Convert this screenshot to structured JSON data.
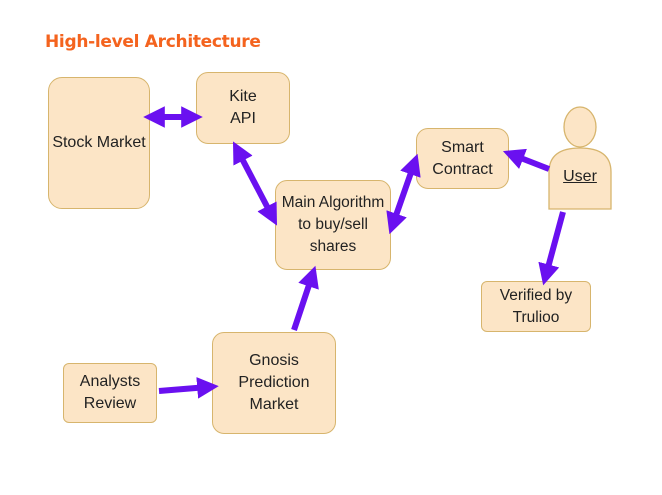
{
  "title": "High-level Architecture",
  "nodes": {
    "stock_market": "Stock Market",
    "kite_api": "Kite\nAPI",
    "main_algorithm": "Main Algorithm\nto buy/sell\nshares",
    "smart_contract": "Smart\nContract",
    "user": "User",
    "verified": "Verified by\nTrulioo",
    "gnosis": "Gnosis\nPrediction\nMarket",
    "analysts": "Analysts\nReview"
  },
  "colors": {
    "title": "#f4631e",
    "node_fill": "#fce5c6",
    "node_border": "#d7b56d",
    "arrow": "#6a10f0"
  }
}
